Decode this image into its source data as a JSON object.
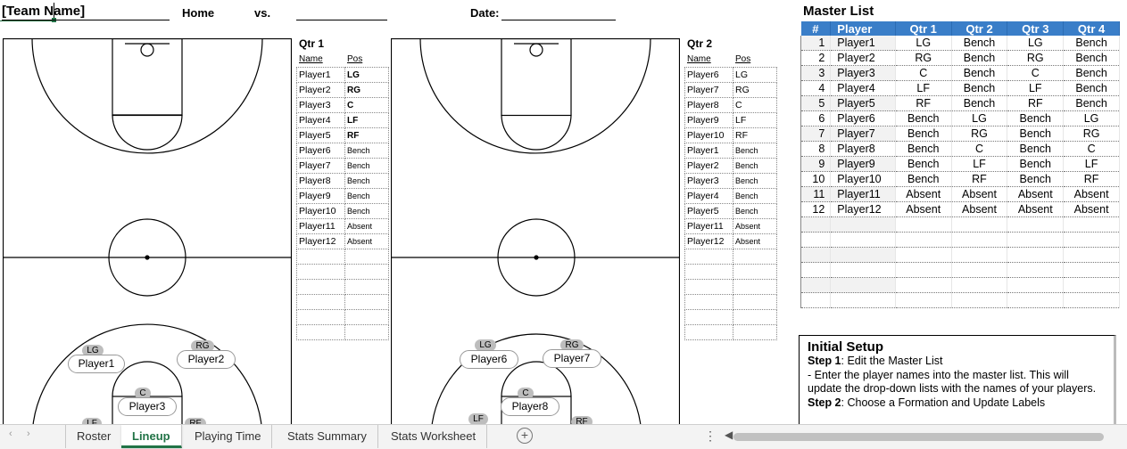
{
  "header": {
    "team_name": "[Team Name]",
    "home_label": "Home",
    "vs_label": "vs.",
    "date_label": "Date:"
  },
  "qtr1": {
    "title": "Qtr 1",
    "col_name": "Name",
    "col_pos": "Pos",
    "rows": [
      {
        "name": "Player1",
        "pos": "LG"
      },
      {
        "name": "Player2",
        "pos": "RG"
      },
      {
        "name": "Player3",
        "pos": "C"
      },
      {
        "name": "Player4",
        "pos": "LF"
      },
      {
        "name": "Player5",
        "pos": "RF"
      },
      {
        "name": "Player6",
        "pos": "Bench"
      },
      {
        "name": "Player7",
        "pos": "Bench"
      },
      {
        "name": "Player8",
        "pos": "Bench"
      },
      {
        "name": "Player9",
        "pos": "Bench"
      },
      {
        "name": "Player10",
        "pos": "Bench"
      },
      {
        "name": "Player11",
        "pos": "Absent"
      },
      {
        "name": "Player12",
        "pos": "Absent"
      }
    ]
  },
  "qtr2": {
    "title": "Qtr 2",
    "col_name": "Name",
    "col_pos": "Pos",
    "rows": [
      {
        "name": "Player6",
        "pos": "LG"
      },
      {
        "name": "Player7",
        "pos": "RG"
      },
      {
        "name": "Player8",
        "pos": "C"
      },
      {
        "name": "Player9",
        "pos": "LF"
      },
      {
        "name": "Player10",
        "pos": "RF"
      },
      {
        "name": "Player1",
        "pos": "Bench"
      },
      {
        "name": "Player2",
        "pos": "Bench"
      },
      {
        "name": "Player3",
        "pos": "Bench"
      },
      {
        "name": "Player4",
        "pos": "Bench"
      },
      {
        "name": "Player5",
        "pos": "Bench"
      },
      {
        "name": "Player11",
        "pos": "Absent"
      },
      {
        "name": "Player12",
        "pos": "Absent"
      }
    ]
  },
  "court1": {
    "players": [
      {
        "pos": "LG",
        "name": "Player1"
      },
      {
        "pos": "RG",
        "name": "Player2"
      },
      {
        "pos": "C",
        "name": "Player3"
      },
      {
        "pos": "LF",
        "name": ""
      },
      {
        "pos": "RF",
        "name": ""
      }
    ]
  },
  "court2": {
    "players": [
      {
        "pos": "LG",
        "name": "Player6"
      },
      {
        "pos": "RG",
        "name": "Player7"
      },
      {
        "pos": "C",
        "name": "Player8"
      },
      {
        "pos": "LF",
        "name": ""
      },
      {
        "pos": "RF",
        "name": ""
      }
    ]
  },
  "master": {
    "title": "Master List",
    "headers": [
      "#",
      "Player",
      "Qtr 1",
      "Qtr 2",
      "Qtr 3",
      "Qtr 4"
    ],
    "rows": [
      [
        "1",
        "Player1",
        "LG",
        "Bench",
        "LG",
        "Bench"
      ],
      [
        "2",
        "Player2",
        "RG",
        "Bench",
        "RG",
        "Bench"
      ],
      [
        "3",
        "Player3",
        "C",
        "Bench",
        "C",
        "Bench"
      ],
      [
        "4",
        "Player4",
        "LF",
        "Bench",
        "LF",
        "Bench"
      ],
      [
        "5",
        "Player5",
        "RF",
        "Bench",
        "RF",
        "Bench"
      ],
      [
        "6",
        "Player6",
        "Bench",
        "LG",
        "Bench",
        "LG"
      ],
      [
        "7",
        "Player7",
        "Bench",
        "RG",
        "Bench",
        "RG"
      ],
      [
        "8",
        "Player8",
        "Bench",
        "C",
        "Bench",
        "C"
      ],
      [
        "9",
        "Player9",
        "Bench",
        "LF",
        "Bench",
        "LF"
      ],
      [
        "10",
        "Player10",
        "Bench",
        "RF",
        "Bench",
        "RF"
      ],
      [
        "11",
        "Player11",
        "Absent",
        "Absent",
        "Absent",
        "Absent"
      ],
      [
        "12",
        "Player12",
        "Absent",
        "Absent",
        "Absent",
        "Absent"
      ]
    ]
  },
  "setup": {
    "title": "Initial Setup",
    "step1_label": "Step 1",
    "step1_text": ": Edit the Master List",
    "step1_detail": "- Enter the player names into the master list. This will update the drop-down lists with the names of your players.",
    "step2_label": "Step 2",
    "step2_text": ": Choose a Formation and Update Labels"
  },
  "tabs": {
    "items": [
      "Roster",
      "Lineup",
      "Playing Time",
      "Stats Summary",
      "Stats Worksheet"
    ],
    "active": "Lineup"
  },
  "colors": {
    "master_header_bg": "#3a7ec8",
    "active_tab": "#217346"
  }
}
